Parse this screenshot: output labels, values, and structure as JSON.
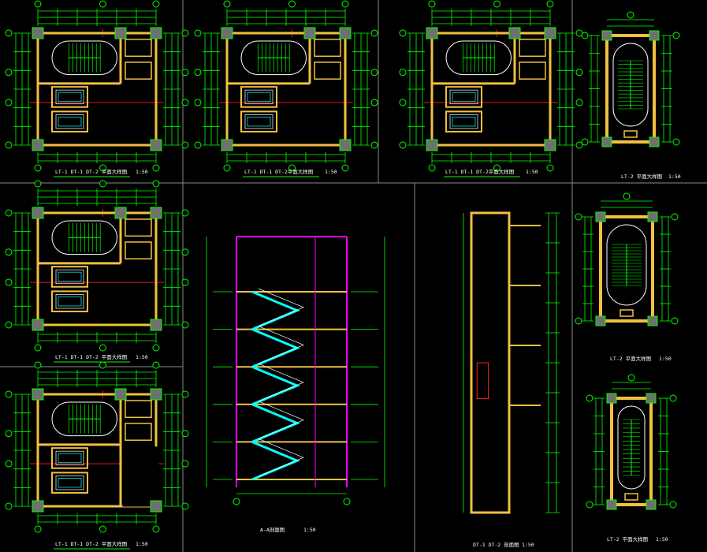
{
  "colors": {
    "background": "#000000",
    "frame": "#8a8a8a",
    "dim": "#00ff00",
    "axis": "#ff2020",
    "wall": "#f0c040",
    "column": "#707070",
    "stair": "#00ffff",
    "section": "#ff00ff",
    "text": "#ffffff",
    "title_underline": "#00ff00"
  },
  "drawings": {
    "plan_a": {
      "title": "LT-1  DT-1 DT-2 平面大样图",
      "scale": "1:50"
    },
    "plan_b": {
      "title": "LT-1  DT-1 DT-2平面大样图",
      "scale": "1:50"
    },
    "plan_c": {
      "title": "LT-1 DT-1 DT-2平面大样图",
      "scale": "1:50"
    },
    "plan_d": {
      "title": "LT-2 平面大样图",
      "scale": "1:50"
    },
    "plan_e": {
      "title": "LT-1 DT-1 DT-2 平面大样图",
      "scale": "1:50"
    },
    "plan_f": {
      "title": "LT-2 平面大样图",
      "scale": "1:50"
    },
    "plan_g": {
      "title": "LT-1 DT-1 DT-2 平面大样图",
      "scale": "1:50"
    },
    "plan_h": {
      "title": "LT-2 平面大样图",
      "scale": "1:50"
    },
    "section_1": {
      "title": "A-A剖面图",
      "scale": "1:50"
    },
    "section_2": {
      "title": "DT-1 DT-2 剖面图",
      "scale": "1:50"
    }
  }
}
